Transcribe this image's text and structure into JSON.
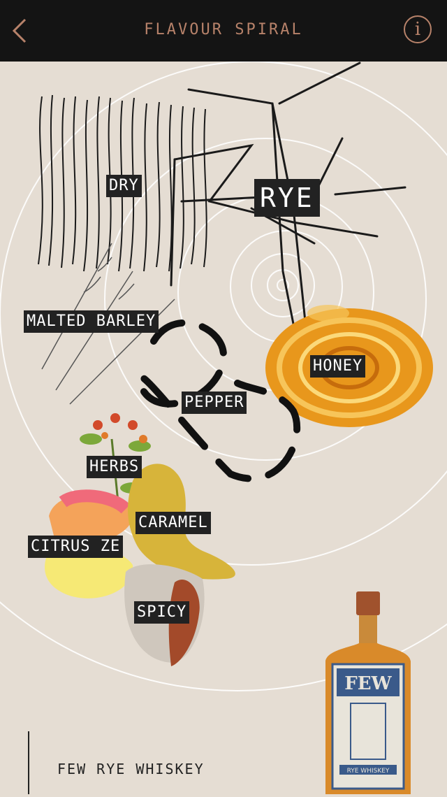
{
  "header": {
    "title": "FLAVOUR SPIRAL",
    "back_icon": "chevron-left-icon",
    "info_icon": "info-icon",
    "info_glyph": "i"
  },
  "colors": {
    "background": "#e5ddd3",
    "header_bg": "#141414",
    "accent": "#b7826a",
    "label_bg": "#222222",
    "honey": "#e8971c",
    "caramel": "#d7b43a"
  },
  "flavours": {
    "dry": "DRY",
    "rye": "RYE",
    "malted_barley": "MALTED BARLEY",
    "honey": "HONEY",
    "pepper": "PEPPER",
    "herbs": "HERBS",
    "caramel": "CARAMEL",
    "citrus": "CITRUS ZE",
    "spicy": "SPICY"
  },
  "product": {
    "name": "FEW RYE WHISKEY",
    "bottle_brand": "FEW",
    "bottle_label": "RYE WHISKEY"
  }
}
